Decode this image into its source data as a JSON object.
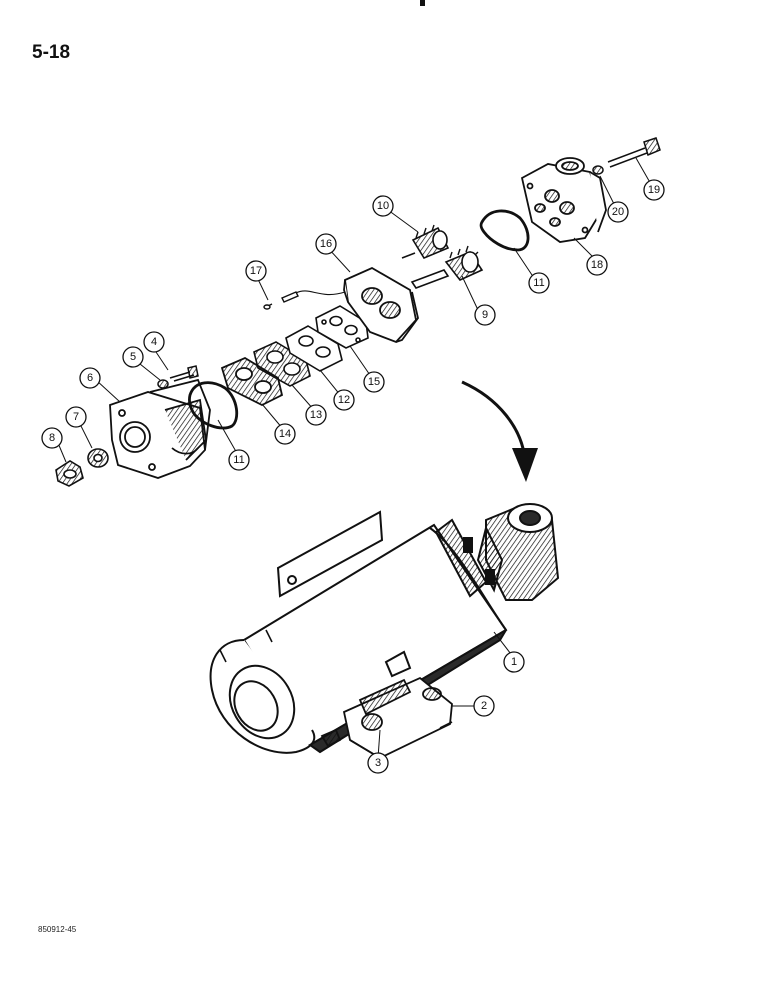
{
  "page": {
    "number": "5-18",
    "figure_id": "850912-45"
  },
  "callouts": [
    "1",
    "2",
    "3",
    "4",
    "5",
    "6",
    "7",
    "8",
    "9",
    "10",
    "11",
    "11",
    "12",
    "13",
    "14",
    "15",
    "16",
    "17",
    "18",
    "19",
    "20"
  ],
  "colors": {
    "ink": "#111111",
    "paper": "#ffffff",
    "shade": "#2a2a2a"
  }
}
